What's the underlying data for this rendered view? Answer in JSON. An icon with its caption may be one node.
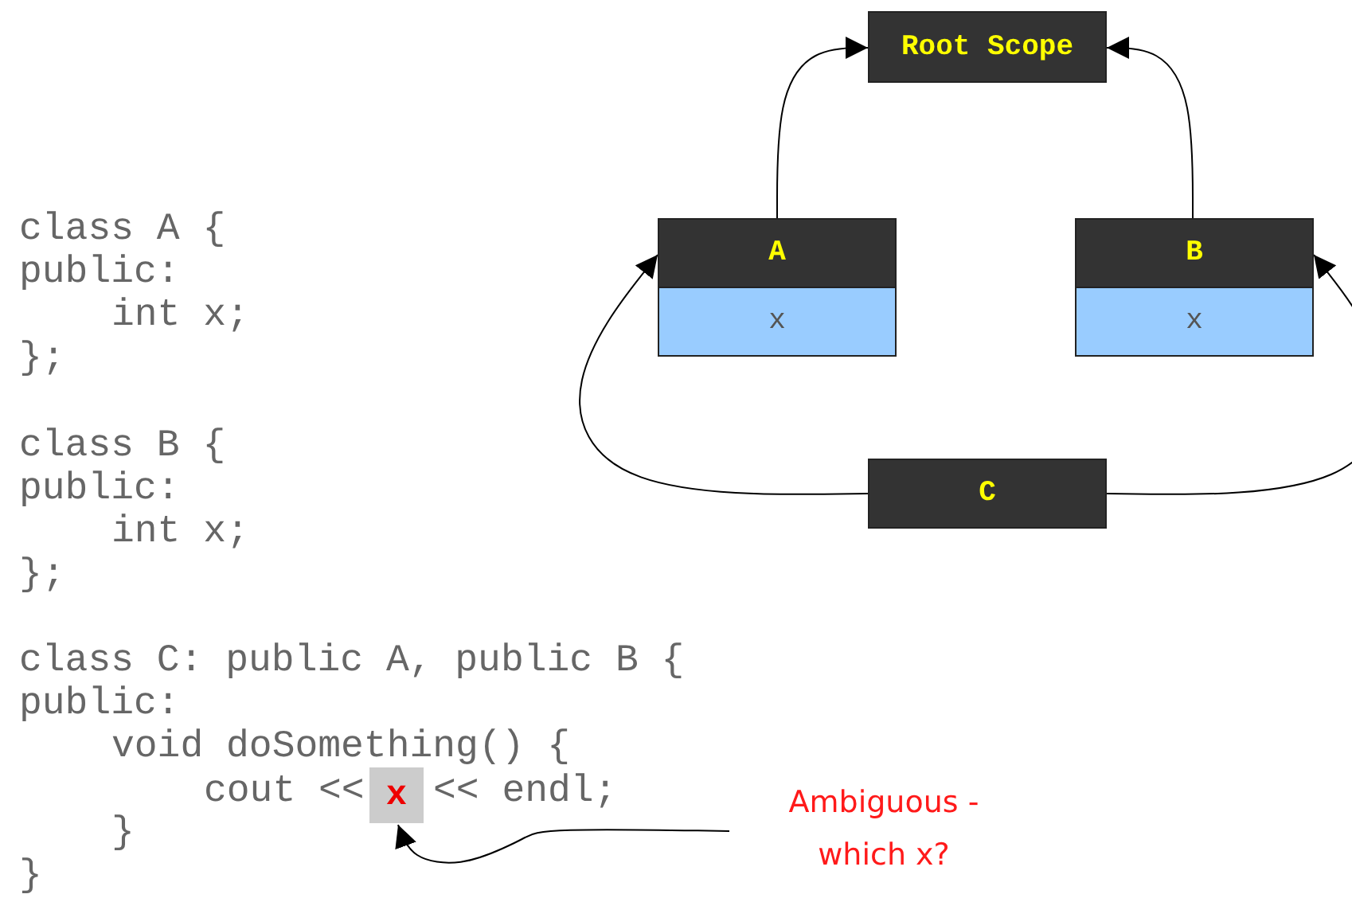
{
  "diagram": {
    "nodes": [
      {
        "text": [
          "Root Scope"
        ]
      },
      {
        "text": [
          "A",
          "x"
        ]
      },
      {
        "text": [
          "B",
          "x"
        ]
      },
      {
        "text": [
          "C"
        ]
      },
      {
        "text": [
          "x"
        ]
      },
      {
        "text": [
          "Ambiguous - which x?"
        ]
      }
    ],
    "edges": [
      {
        "from": 1,
        "to": 0,
        "arrow": "to"
      },
      {
        "from": 2,
        "to": 0,
        "arrow": "to"
      },
      {
        "from": 3,
        "to": 1,
        "arrow": "to"
      },
      {
        "from": 3,
        "to": 2,
        "arrow": "to"
      },
      {
        "from": 5,
        "to": 4,
        "arrow": "to"
      }
    ],
    "labels": [
      "class A {",
      "public:",
      "int x;",
      "};",
      "class B {",
      "public:",
      "int x;",
      "};",
      "class C: public A, public B {",
      "public:",
      "void doSomething() {",
      "cout <<",
      "<< endl;",
      "}",
      "}"
    ]
  }
}
